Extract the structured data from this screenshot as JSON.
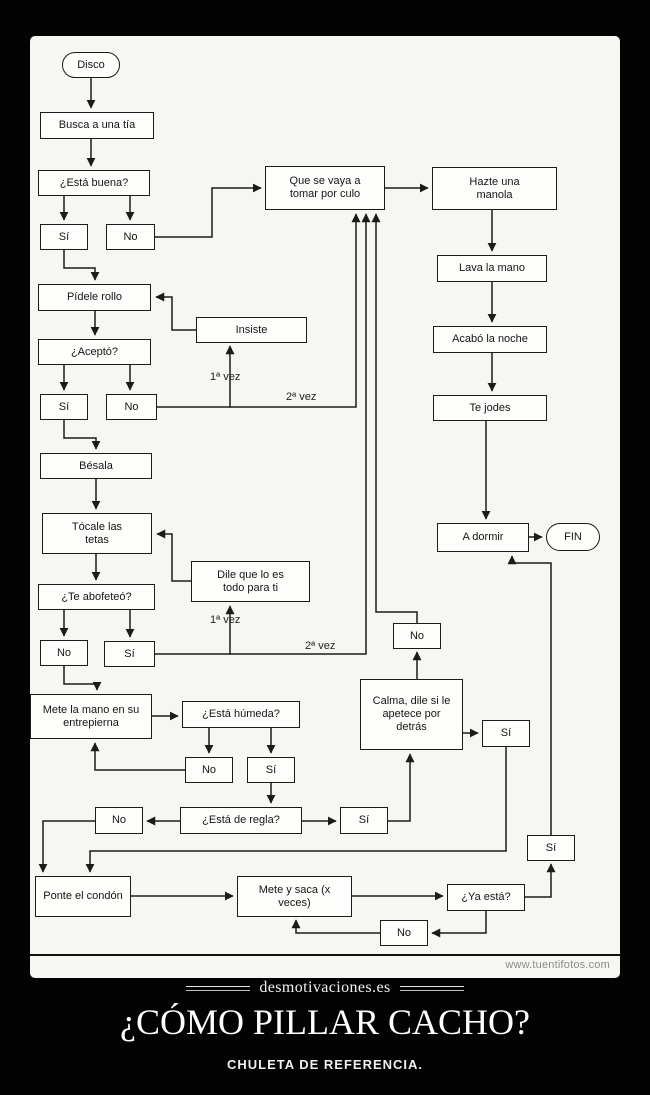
{
  "page": {
    "watermark": "www.tuentifotos.com",
    "logo": "desmotivaciones.es",
    "title": "¿CÓMO PILLAR CACHO?",
    "subtitle": "CHULETA DE REFERENCIA."
  },
  "flowchart": {
    "nodes": {
      "disco": "Disco",
      "busca": "Busca a una tía",
      "esta_buena": "¿Está buena?",
      "buena_si": "Sí",
      "buena_no": "No",
      "que_se_vaya": "Que se vaya a tomar por culo",
      "hazte_manola": "Hazte una manola",
      "lava_mano": "Lava la mano",
      "acabo_noche": "Acabó la noche",
      "te_jodes": "Te jodes",
      "a_dormir": "A dormir",
      "fin": "FIN",
      "pidele_rollo": "Pídele rollo",
      "insiste": "Insiste",
      "acepto": "¿Aceptó?",
      "acepto_si": "Sí",
      "acepto_no": "No",
      "besala": "Bésala",
      "tocale": "Tócale las tetas",
      "dile": "Dile que lo es todo para ti",
      "abofeteo": "¿Te abofeteó?",
      "abofeteo_no": "No",
      "abofeteo_si": "Sí",
      "mete_mano": "Mete la mano en su entrepierna",
      "humeda": "¿Está húmeda?",
      "humeda_no": "No",
      "humeda_si": "Sí",
      "regla": "¿Está de regla?",
      "regla_no": "No",
      "regla_si": "Sí",
      "calma": "Calma, dile si le apetece por detrás",
      "calma_no": "No",
      "calma_si": "Sí",
      "ya_esta": "¿Ya está?",
      "ya_esta_no": "No",
      "ya_esta_si": "Sí",
      "ponte_condon": "Ponte el condón",
      "mete_saca": "Mete y saca (x veces)"
    },
    "labels": {
      "vez1_a": "1ª vez",
      "vez2_a": "2ª vez",
      "vez1_b": "1ª vez",
      "vez2_b": "2ª vez"
    }
  }
}
